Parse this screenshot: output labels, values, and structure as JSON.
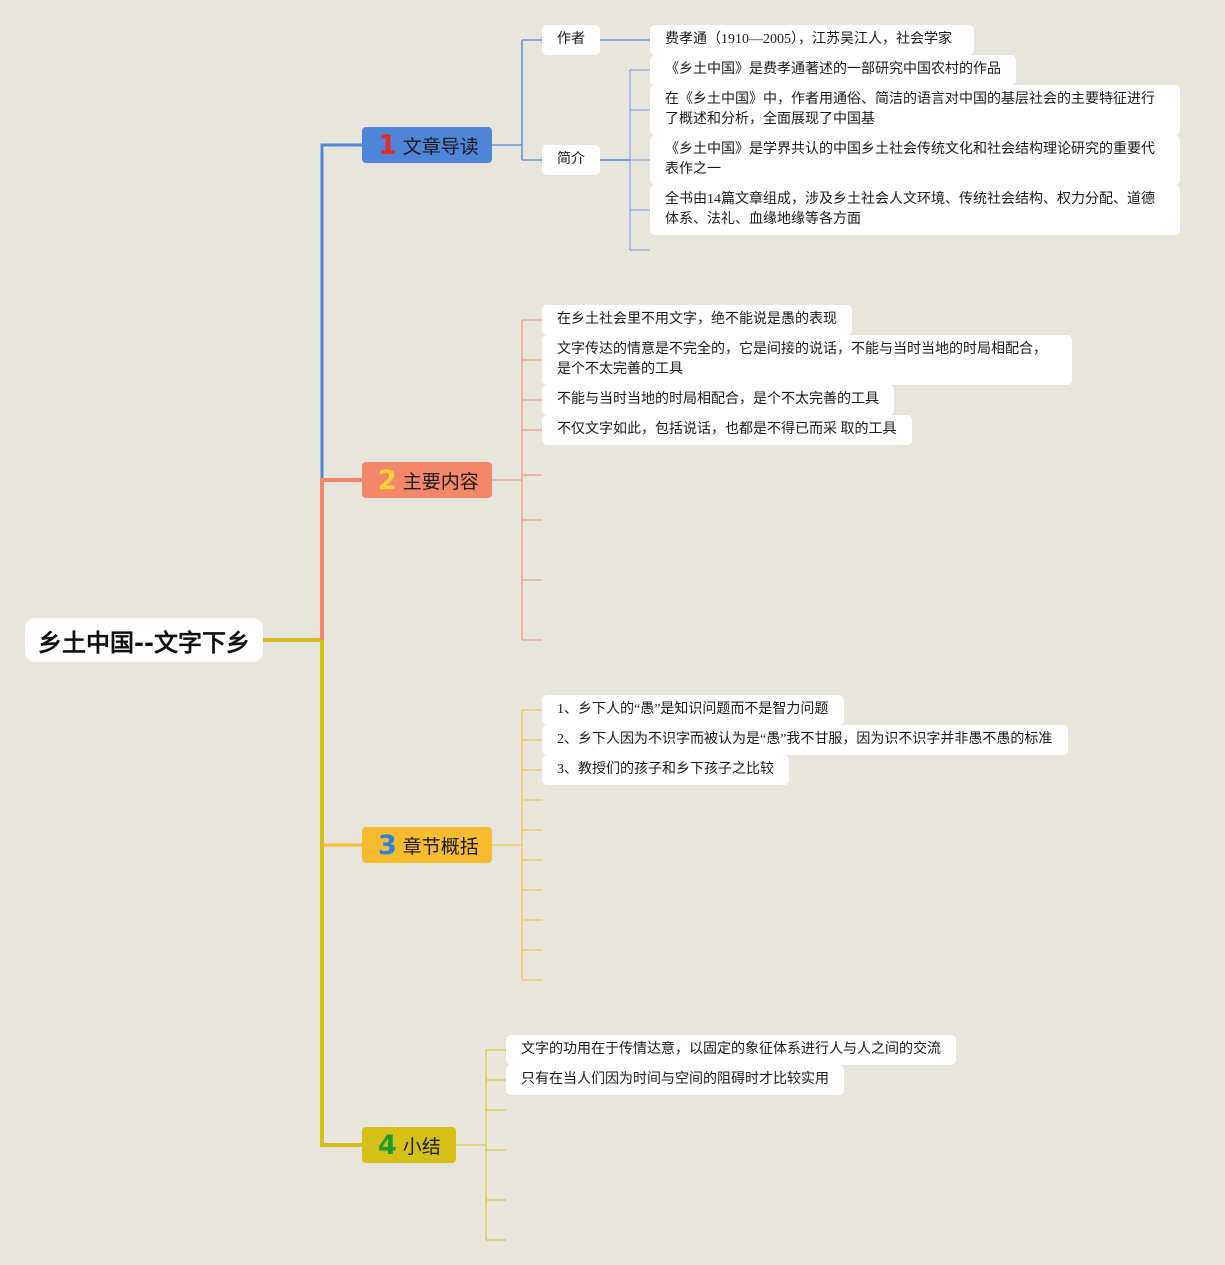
{
  "root": {
    "title": "乡土中国--文字下乡"
  },
  "colors": {
    "background": "#e8e5dd",
    "b1": "#4f86d9",
    "b2": "#f4876a",
    "b3": "#f6bb2e",
    "b4": "#d6c017",
    "root_line": "#d4bd1c"
  },
  "branches": [
    {
      "num": "1",
      "label": "文章导读",
      "num_color": "#e52b2b",
      "color": "#4f86d9"
    },
    {
      "num": "2",
      "label": "主要内容",
      "num_color": "#ffd43a",
      "color": "#f4876a"
    },
    {
      "num": "3",
      "label": "章节概括",
      "num_color": "#2f80d8",
      "color": "#f6bb2e"
    },
    {
      "num": "4",
      "label": "小结",
      "num_color": "#1e9b2e",
      "color": "#d6c017"
    }
  ],
  "b1": {
    "author_label": "作者",
    "author_text": "费孝通（1910—2005），江苏吴江人，社会学家",
    "intro_label": "简介",
    "intro": [
      "《乡土中国》是费孝通著述的一部研究中国农村的作品",
      "在《乡土中国》中，作者用通俗、简洁的语言对中国的基层社会的主要特征进行了概述和分析，全面展现了中国基",
      "《乡土中国》是学界共认的中国乡土社会传统文化和社会结构理论研究的重要代表作之一",
      "全书由14篇文章组成，涉及乡土社会人文环境、传统社会结构、权力分配、道德体系、法礼、血缘地缘等各方面"
    ]
  },
  "b2": {
    "items": [
      "在乡土社会里不用文字，绝不能说是愚的表现",
      "文字传达的情意是不完全的，它是间接的说话，不能与当时当地的时局相配合，是个不太完善的工具",
      "不能与当时当地的时局相配合，是个不太完善的工具",
      "不仅文字如此，包括说话，也都是不得已而采 取的工具"
    ]
  },
  "b3": {
    "items": [
      "1、乡下人的“愚”是知识问题而不是智力问题",
      "2、乡下人因为不识字而被认为是“愚”我不甘服，因为识不识字并非愚不愚的标准",
      "3、教授们的孩子和乡下孩子之比较"
    ]
  },
  "b4": {
    "items": [
      "文字的功用在于传情达意，以固定的象征体系进行人与人之间的交流",
      "只有在当人们因为时间与空间的阻碍时才比较实用"
    ]
  }
}
